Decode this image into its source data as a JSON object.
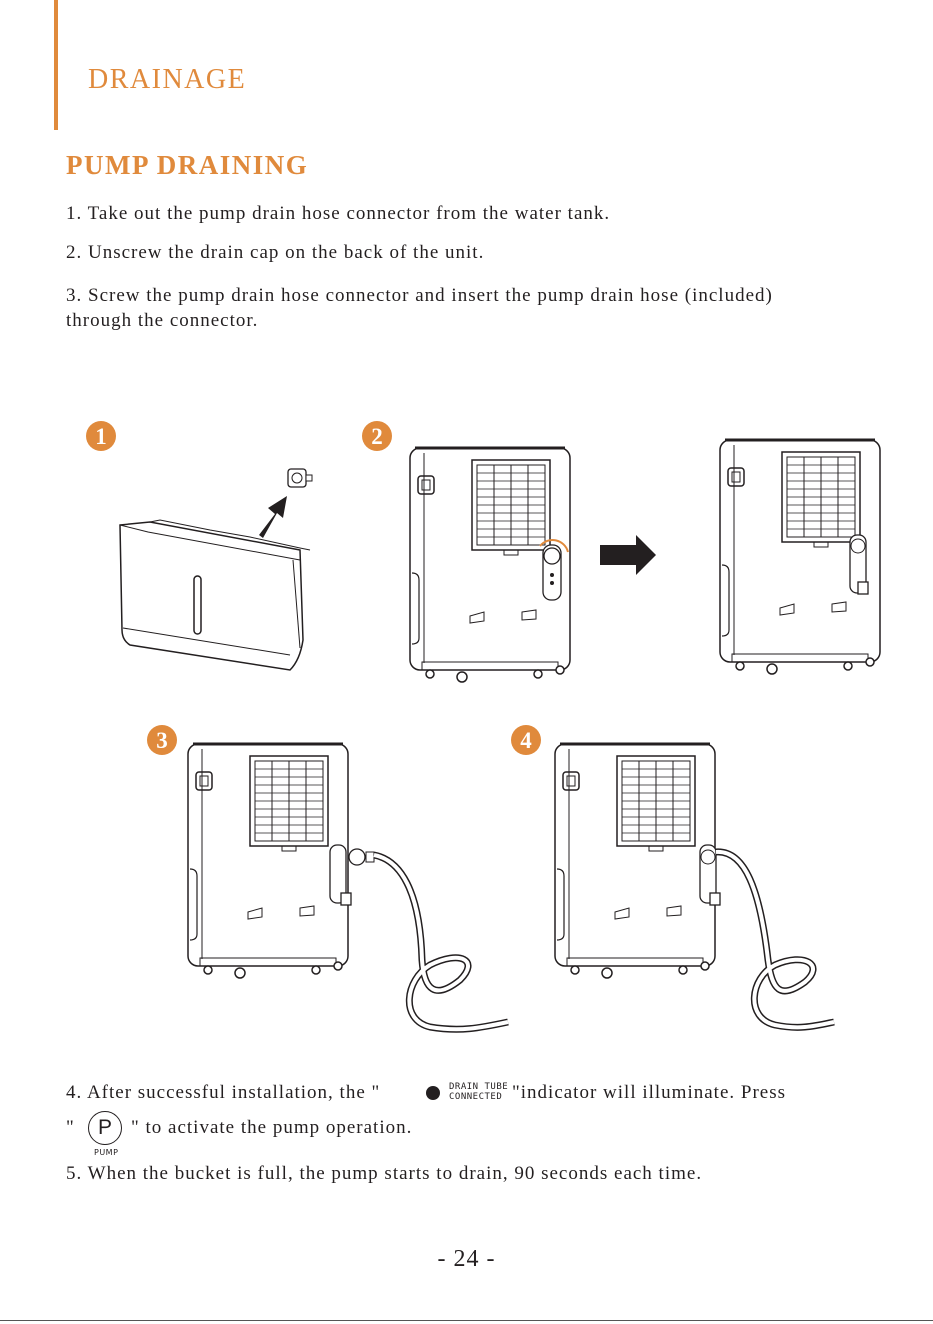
{
  "header": {
    "section_title": "DRAINAGE",
    "accent_color": "#e08a3c"
  },
  "subtitle": "PUMP DRAINING",
  "steps": [
    "1. Take out the pump drain hose connector from the water tank.",
    "2. Unscrew the drain cap on the back of the unit.",
    "3. Screw the pump drain hose connector and  insert the pump drain hose (included)",
    "through the connector."
  ],
  "figure": {
    "badges": [
      "1",
      "2",
      "3",
      "4"
    ],
    "badge_color": "#e08a3c",
    "icons": [
      "up-right-arrow-icon",
      "right-arrow-icon"
    ]
  },
  "step4": {
    "before": "4. After successful installation, the \"",
    "indicator_line1": "DRAIN TUBE",
    "indicator_line2": "CONNECTED",
    "after": "\"indicator will illuminate. Press",
    "quote_open": "\"",
    "pump_symbol": "P",
    "pump_label": "PUMP",
    "pump_after": "\" to activate the pump operation."
  },
  "step5": "5. When the bucket is full, the pump starts to drain, 90 seconds each time.",
  "page_number": "- 24 -"
}
